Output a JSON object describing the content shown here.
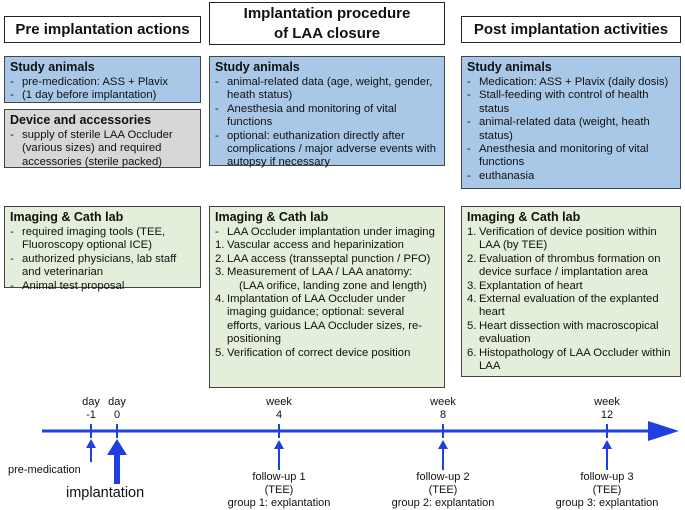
{
  "headers": {
    "pre": "Pre implantation actions",
    "proc_line1": "Implantation procedure",
    "proc_line2": "of LAA closure",
    "post": "Post implantation activities"
  },
  "pre_study": {
    "title": "Study animals",
    "items": [
      "pre-medication: ASS + Plavix",
      "(1 day before implantation)"
    ]
  },
  "pre_device": {
    "title": "Device and accessories",
    "items": [
      "supply of sterile LAA Occluder (various sizes) and required accessories (sterile packed)"
    ]
  },
  "pre_imaging": {
    "title": "Imaging & Cath lab",
    "items": [
      "required imaging tools (TEE, Fluoroscopy optional ICE)",
      "authorized physicians, lab staff and veterinarian",
      "Animal test proposal"
    ]
  },
  "proc_study": {
    "title": "Study animals",
    "items": [
      "animal-related data (age, weight, gender, heath status)",
      "Anesthesia and monitoring of vital functions",
      "optional: euthanization directly after complications / major adverse events with autopsy if necessary"
    ]
  },
  "proc_imaging": {
    "title": "Imaging & Cath lab",
    "items": [
      {
        "marker": "-",
        "text": "LAA Occluder implantation under imaging"
      },
      {
        "marker": "1.",
        "text": "Vascular access and heparinization"
      },
      {
        "marker": "2.",
        "text": "LAA access (transseptal punction / PFO)"
      },
      {
        "marker": "3.",
        "text": "Measurement of LAA / LAA anatomy:"
      },
      {
        "marker": "",
        "text": "(LAA orifice, landing zone and length)"
      },
      {
        "marker": "4.",
        "text": "Implantation of LAA Occluder under imaging guidance; optional: several efforts, various LAA Occluder sizes, re-positioning"
      },
      {
        "marker": "5.",
        "text": "Verification of correct device position"
      }
    ]
  },
  "post_study": {
    "title": "Study animals",
    "items": [
      "Medication: ASS + Plavix (daily dosis)",
      "Stall-feeding with control of health status",
      "animal-related data (weight, heath status)",
      "Anesthesia and monitoring of vital functions",
      "euthanasia"
    ]
  },
  "post_imaging": {
    "title": "Imaging & Cath lab",
    "items": [
      {
        "marker": "1.",
        "text": "Verification of device position within LAA (by TEE)"
      },
      {
        "marker": "2.",
        "text": "Evaluation of thrombus formation on device surface / implantation area"
      },
      {
        "marker": "3.",
        "text": "Explantation of heart"
      },
      {
        "marker": "4.",
        "text": "External evaluation of the explanted heart"
      },
      {
        "marker": "5.",
        "text": "Heart dissection with macroscopical evaluation"
      },
      {
        "marker": "6.",
        "text": "Histopathology of LAA Occluder within LAA"
      }
    ]
  },
  "timeline": {
    "ticks": [
      {
        "top": "day",
        "bottom": "-1"
      },
      {
        "top": "day",
        "bottom": "0"
      },
      {
        "top": "week",
        "bottom": "4"
      },
      {
        "top": "week",
        "bottom": "8"
      },
      {
        "top": "week",
        "bottom": "12"
      }
    ],
    "premedication": "pre-medication",
    "implantation": "implantation",
    "followups": [
      {
        "line1": "follow-up 1",
        "line2": "(TEE)",
        "line3": "group 1: explantation"
      },
      {
        "line1": "follow-up 2",
        "line2": "(TEE)",
        "line3": "group 2: explantation"
      },
      {
        "line1": "follow-up 3",
        "line2": "(TEE)",
        "line3": "group 3: explantation"
      }
    ],
    "color": "#1f3fe0"
  }
}
